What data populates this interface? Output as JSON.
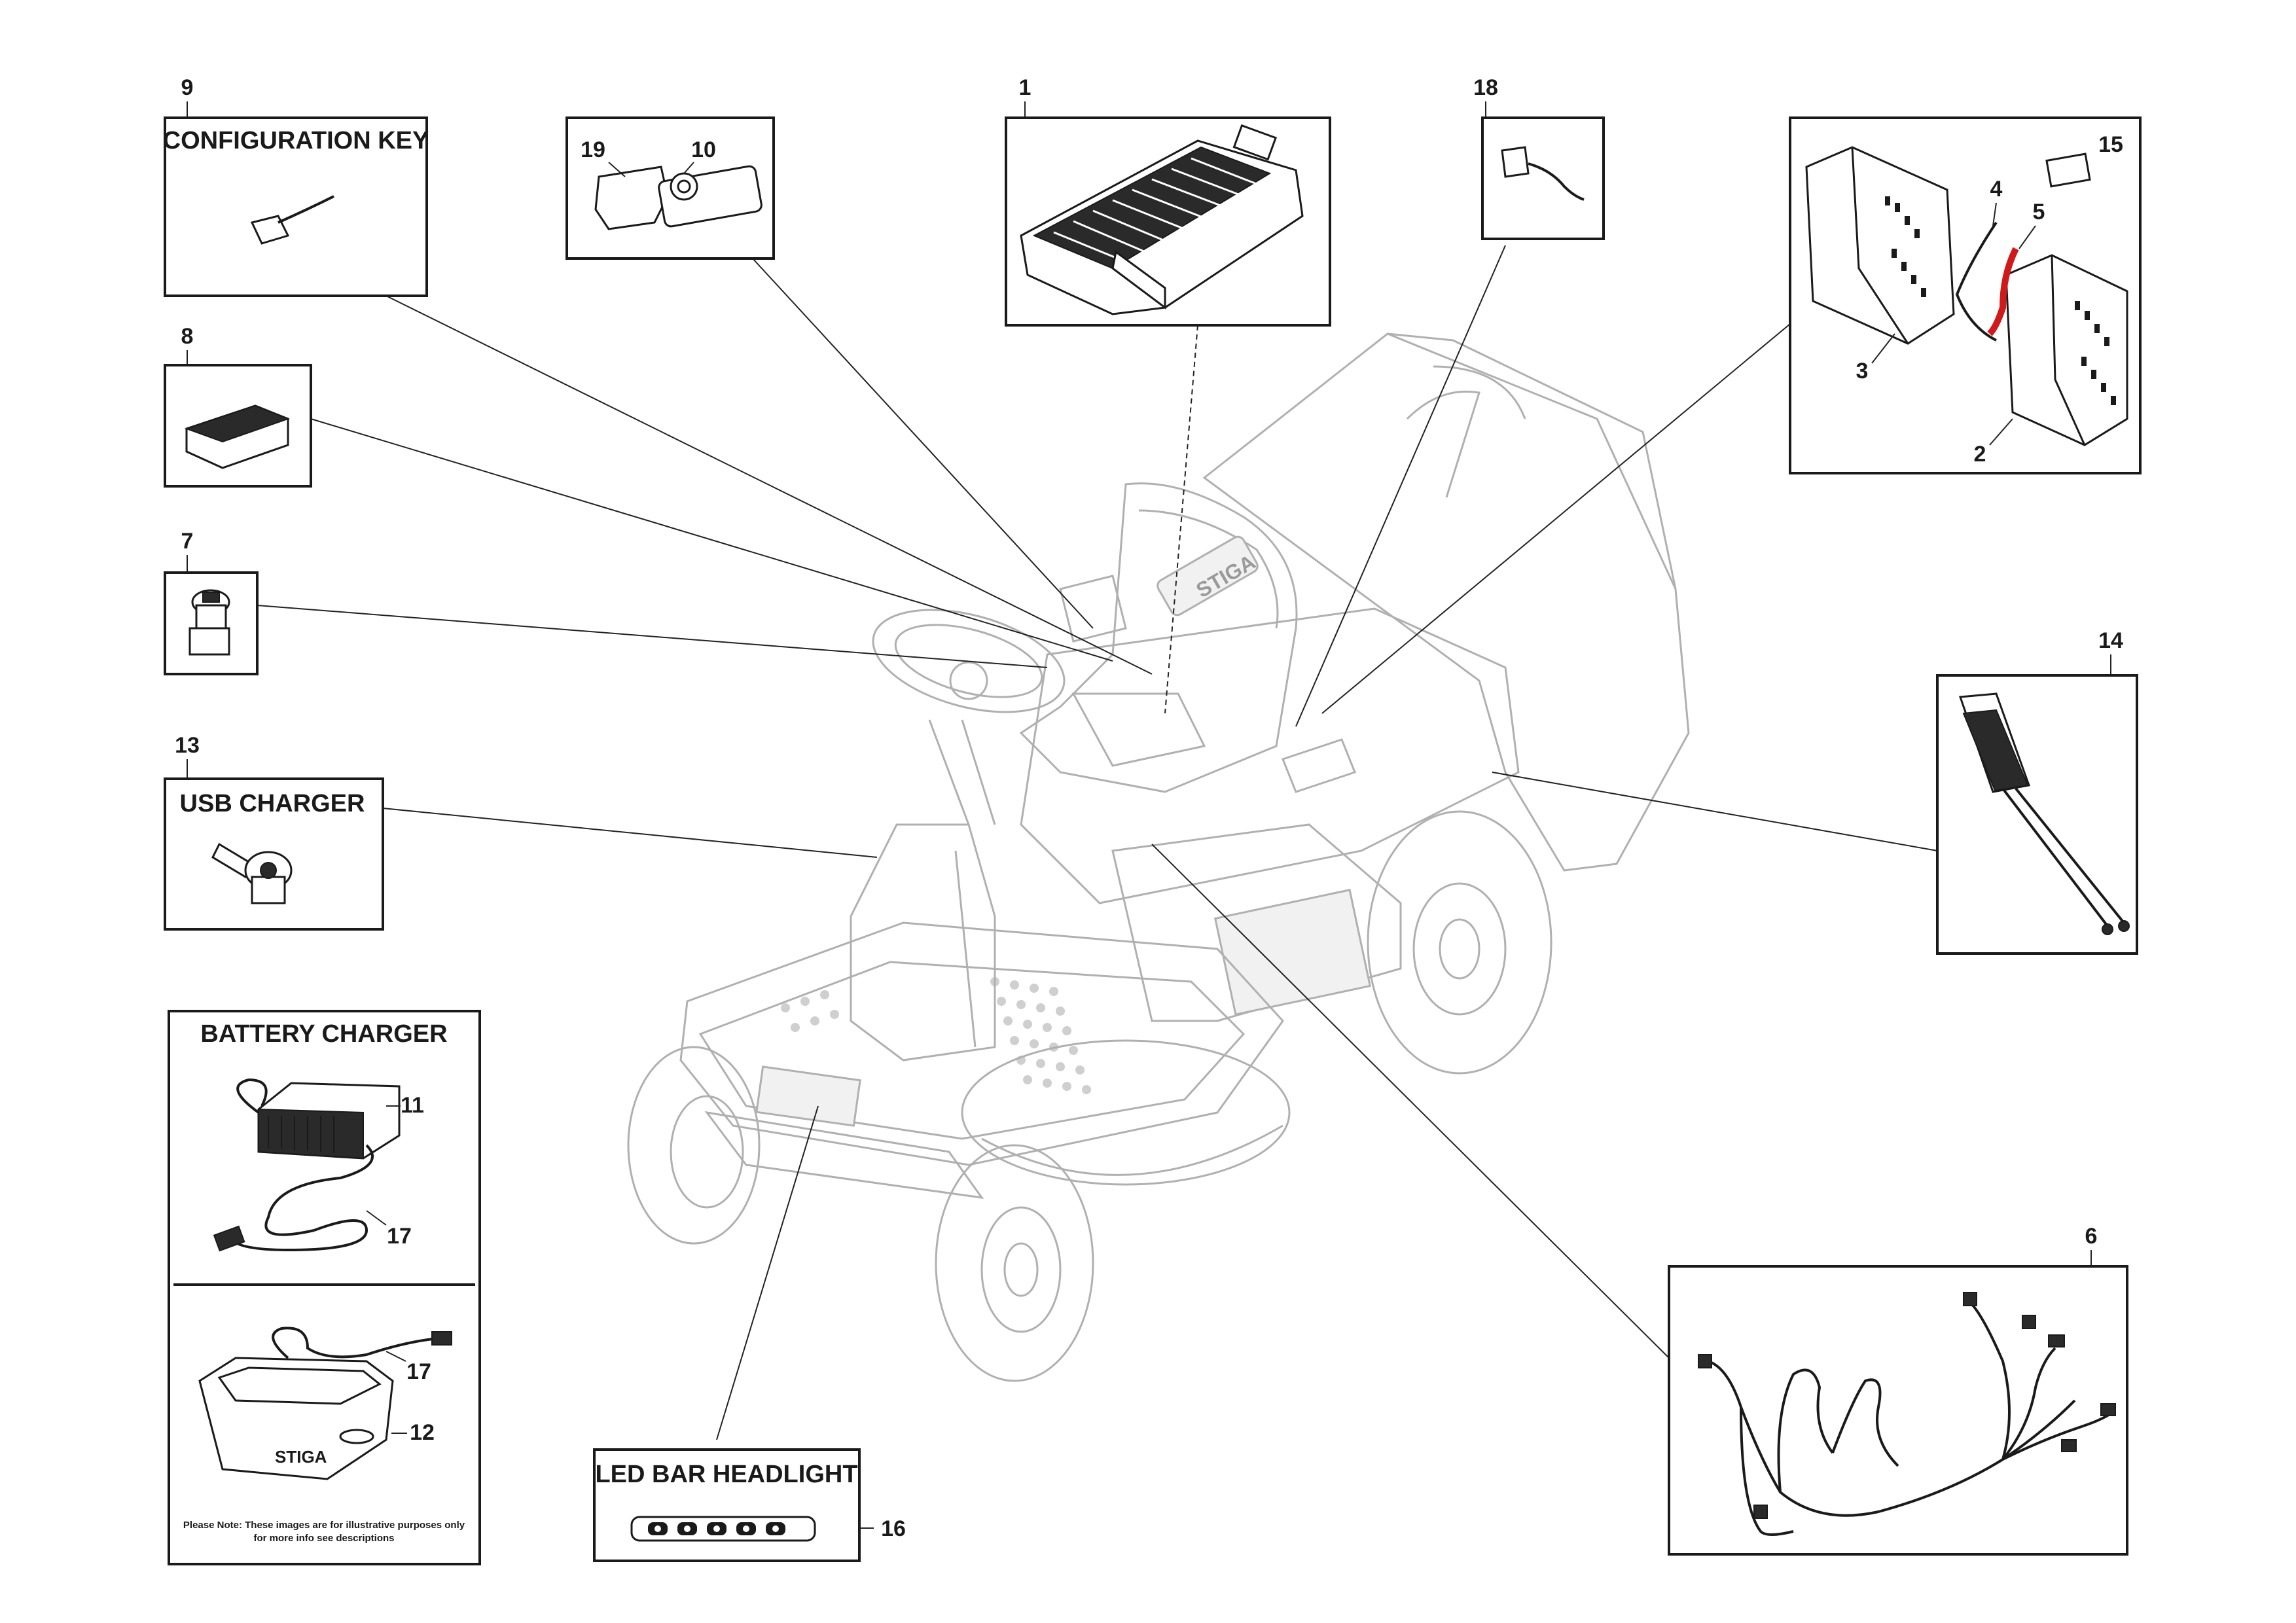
{
  "callouts": {
    "n1": "1",
    "n2": "2",
    "n3": "3",
    "n4": "4",
    "n5": "5",
    "n6": "6",
    "n7": "7",
    "n8": "8",
    "n9": "9",
    "n10": "10",
    "n11": "11",
    "n12": "12",
    "n13": "13",
    "n14": "14",
    "n15": "15",
    "n16": "16",
    "n17a": "17",
    "n17b": "17",
    "n18": "18",
    "n19": "19"
  },
  "boxes": {
    "configuration_key": "CONFIGURATION KEY",
    "usb_charger": "USB CHARGER",
    "battery_charger": "BATTERY CHARGER",
    "led_bar_headlight": "LED BAR HEADLIGHT"
  },
  "mower_logo": "STIGA",
  "note": {
    "line1": "Please Note: These images are for illustrative purposes only",
    "line2": "for more info see descriptions"
  },
  "colors": {
    "cable_red": "#d01a1a",
    "ghost": "#b0b0b0",
    "ink": "#1a1a1a"
  },
  "icons": [
    "battery-pack",
    "control-unit",
    "ignition-key",
    "usb-socket",
    "led-bar",
    "wiring-harness"
  ]
}
